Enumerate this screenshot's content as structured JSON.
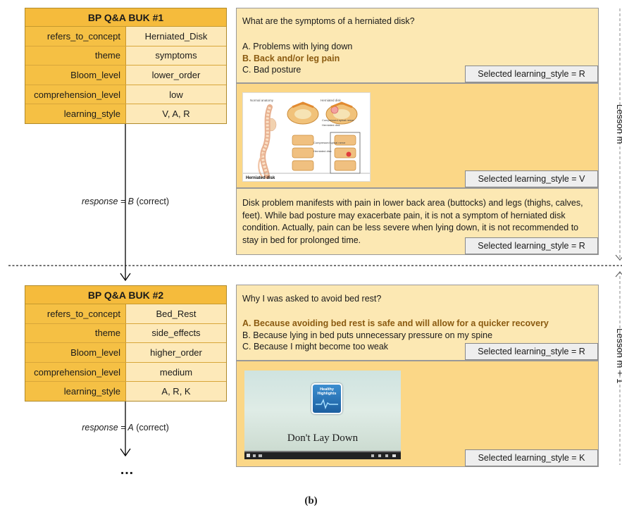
{
  "buk1": {
    "title": "BP Q&A BUK #1",
    "rows": [
      {
        "key": "refers_to_concept",
        "value": "Herniated_Disk"
      },
      {
        "key": "theme",
        "value": "symptoms"
      },
      {
        "key": "Bloom_level",
        "value": "lower_order"
      },
      {
        "key": "comprehension_level",
        "value": "low"
      },
      {
        "key": "learning_style",
        "value": "V, A, R"
      }
    ]
  },
  "buk2": {
    "title": "BP Q&A BUK #2",
    "rows": [
      {
        "key": "refers_to_concept",
        "value": "Bed_Rest"
      },
      {
        "key": "theme",
        "value": "side_effects"
      },
      {
        "key": "Bloom_level",
        "value": "higher_order"
      },
      {
        "key": "comprehension_level",
        "value": "medium"
      },
      {
        "key": "learning_style",
        "value": "A, R, K"
      }
    ]
  },
  "response1": {
    "prefix": "response = B",
    "suffix": " (correct)"
  },
  "response2": {
    "prefix": "response = A",
    "suffix": " (correct)"
  },
  "ellipsis": "…",
  "panel1": {
    "question": "What are the symptoms of a herniated disk?",
    "options": [
      {
        "text": "A. Problems with lying down",
        "correct": false
      },
      {
        "text": "B. Back and/or leg pain",
        "correct": true
      },
      {
        "text": "C. Bad posture",
        "correct": false
      }
    ],
    "style": "Selected learning_style = R"
  },
  "panel2": {
    "image": {
      "label_left": "Normal anatomy",
      "label_right": "Herniated disk",
      "lbl1": "Compressed spinal nerve",
      "lbl2": "Herniated disk",
      "lbl3": "Compressed spinal nerve",
      "lbl4": "Herniated disk",
      "footer": "Herniated disk"
    },
    "style": "Selected learning_style = V"
  },
  "panel3": {
    "text": "Disk problem manifests with pain in lower back area (buttocks) and legs (thighs, calves, feet). While bad posture may exacerbate pain, it is not a symptom of herniated disk condition. Actually, pain can be less severe when lying down, it is not recommended to stay in bed for prolonged time.",
    "style": "Selected learning_style = R"
  },
  "panel4": {
    "question": "Why I was asked to avoid bed rest?",
    "options": [
      {
        "text": "A. Because avoiding bed rest is safe and will allow for a quicker recovery",
        "correct": true
      },
      {
        "text": "B. Because lying in bed puts unnecessary pressure on my spine",
        "correct": false
      },
      {
        "text": "C. Because I might become too weak",
        "correct": false
      }
    ],
    "style": "Selected learning_style = R"
  },
  "panel5": {
    "video": {
      "logo": "Healthy Highlights",
      "title": "Don't Lay Down"
    },
    "style": "Selected learning_style = K"
  },
  "side_labels": {
    "top": "Lesson m",
    "bottom": "Lesson m + 1"
  },
  "caption": "(b)"
}
